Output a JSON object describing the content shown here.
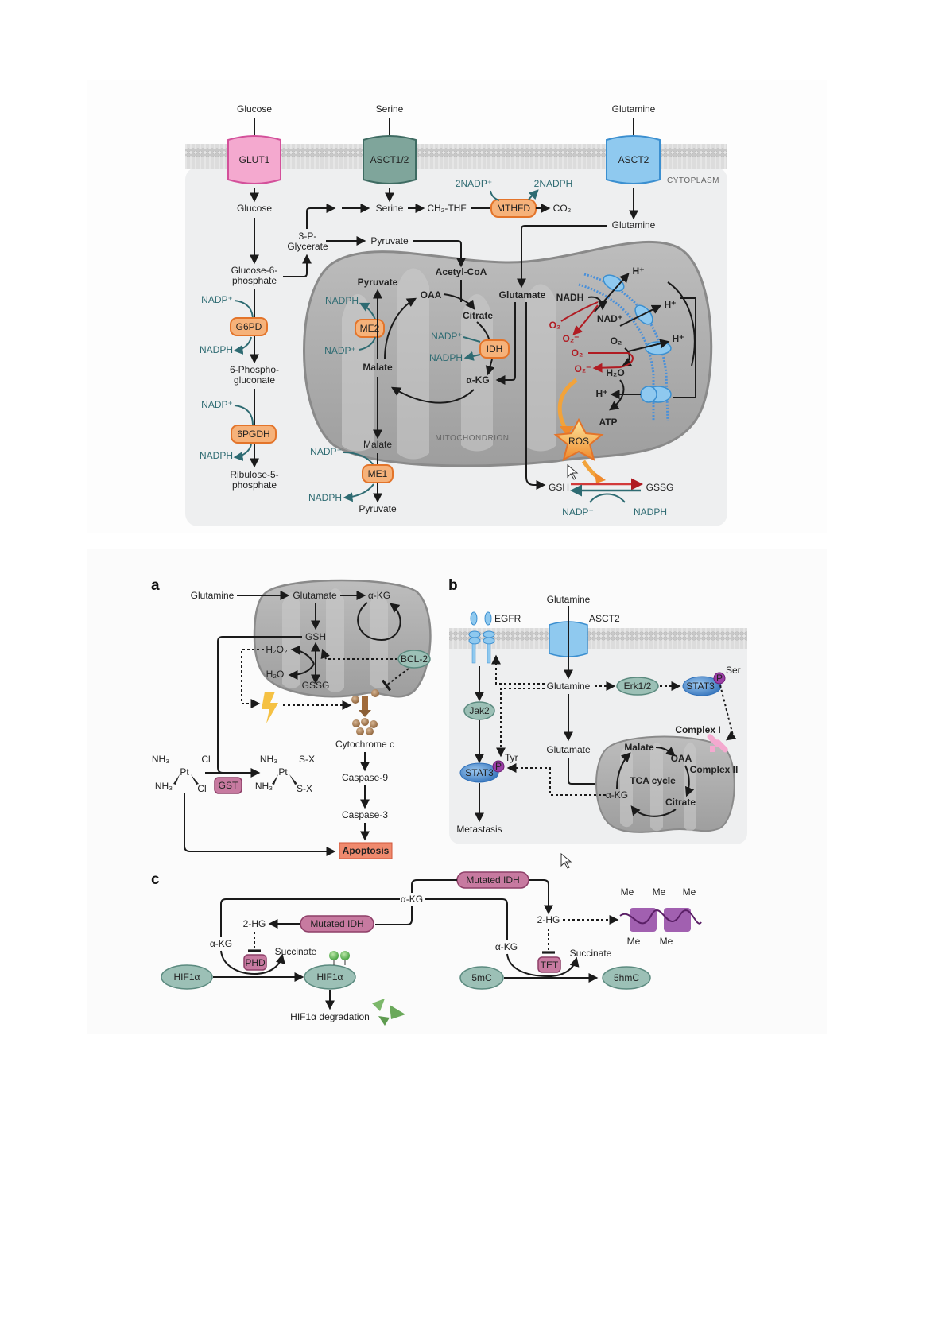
{
  "top_panel": {
    "inputs": {
      "glucose": "Glucose",
      "serine": "Serine",
      "glutamine": "Glutamine"
    },
    "transporters": {
      "glut1": "GLUT1",
      "asct12": "ASCT1/2",
      "asct2": "ASCT2"
    },
    "cytoplasm_label": "CYTOPLASM",
    "mitochondrion_label": "MITOCHONDRION",
    "metabolites": {
      "glucose_in": "Glucose",
      "g6p": "Glucose-6-\nphosphate",
      "g6p_l1": "Glucose-6-",
      "g6p_l2": "phosphate",
      "pg_l1": "6-Phospho-",
      "pg_l2": "gluconate",
      "r5p_l1": "Ribulose-5-",
      "r5p_l2": "phosphate",
      "pg3_l1": "3-P-",
      "pg3_l2": "Glycerate",
      "serine_in": "Serine",
      "ch2thf": "CH₂-THF",
      "co2": "CO₂",
      "pyruvate_cyto": "Pyruvate",
      "glutamine_in": "Glutamine",
      "acetylcoa": "Acetyl-CoA",
      "oaa": "OAA",
      "citrate": "Citrate",
      "akg": "α-KG",
      "glutamate": "Glutamate",
      "pyruvate_mito": "Pyruvate",
      "malate_mito": "Malate",
      "malate_cyto": "Malate",
      "pyruvate_out": "Pyruvate",
      "nadh": "NADH",
      "nad": "NAD⁺",
      "o2_a": "O₂",
      "o2m_a": "O₂⁻",
      "o2_b": "O₂",
      "o2m_b": "O₂⁻",
      "o2_c": "O₂",
      "h2o": "H₂O",
      "h_1": "H⁺",
      "h_2": "H⁺",
      "h_3": "H⁺",
      "h_4": "H⁺",
      "atp": "ATP",
      "ros": "ROS",
      "gsh": "GSH",
      "gssg": "GSSG"
    },
    "cofactors": {
      "nadp_g6pd": "NADP⁺",
      "nadph_g6pd": "NADPH",
      "nadp_6pgdh": "NADP⁺",
      "nadph_6pgdh": "NADPH",
      "nadp2": "2NADP⁺",
      "nadph2": "2NADPH",
      "nadph_me2": "NADPH",
      "nadp_me2": "NADP⁺",
      "nadp_idh": "NADP⁺",
      "nadph_idh": "NADPH",
      "nadp_me1": "NADP⁺",
      "nadph_me1": "NADPH",
      "nadp_gsh": "NADP⁺",
      "nadph_gsh": "NADPH"
    },
    "enzymes": {
      "g6pd": "G6PD",
      "pgdh": "6PGDH",
      "mthfd": "MTHFD",
      "me2": "ME2",
      "idh": "IDH",
      "me1": "ME1"
    }
  },
  "panel_a": {
    "label": "a",
    "glutamine": "Glutamine",
    "glutamate": "Glutamate",
    "akg": "α-KG",
    "gsh": "GSH",
    "h2o2": "H₂O₂",
    "h2o": "H₂O",
    "gssg": "GSSG",
    "bcl2": "BCL-2",
    "cytochrome_c": "Cytochrome c",
    "caspase9": "Caspase-9",
    "caspase3": "Caspase-3",
    "apoptosis": "Apoptosis",
    "gst": "GST",
    "cisplatin": {
      "nh3": "NH₃",
      "cl": "Cl",
      "pt": "Pt",
      "sx": "S-X"
    }
  },
  "panel_b": {
    "label": "b",
    "glutamine_out": "Glutamine",
    "egfr": "EGFR",
    "asct2": "ASCT2",
    "glutamine_in": "Glutamine",
    "erk": "Erk1/2",
    "stat3_ser": "STAT3",
    "ser": "Ser",
    "p": "P",
    "jak2": "Jak2",
    "stat3_tyr": "STAT3",
    "tyr": "Tyr",
    "metastasis": "Metastasis",
    "glutamate": "Glutamate",
    "complex1": "Complex I",
    "complex2": "Complex II",
    "malate": "Malate",
    "oaa": "OAA",
    "tca": "TCA cycle",
    "akg": "α-KG",
    "citrate": "Citrate"
  },
  "panel_c": {
    "label": "c",
    "mutated_idh_top": "Mutated IDH",
    "mutated_idh_left": "Mutated IDH",
    "akg_top": "α-KG",
    "akg_left": "α-KG",
    "akg_right": "α-KG",
    "hg_left": "2-HG",
    "hg_right": "2-HG",
    "phd": "PHD",
    "tet": "TET",
    "succinate_left": "Succinate",
    "succinate_right": "Succinate",
    "hif1a": "HIF1α",
    "hif1a_oh": "HIF1α",
    "hif_degradation": "HIF1α degradation",
    "fivemc": "5mC",
    "fivehmc": "5hmC",
    "me": "Me"
  },
  "colors": {
    "enzyme_orange": "#f6b27a",
    "enzyme_border": "#e3742a",
    "teal_text": "#2e6b72",
    "glut1_pink": "#f4a9cf",
    "asct12_green": "#7fa59b",
    "asct2_blue": "#8fc9ef",
    "ros_red": "#b01c23",
    "mutated_idh": "#c77aa0",
    "oval_teal": "#9cc0b6",
    "stat3_blue": "#4f8fd0",
    "apoptosis": "#f08a6e"
  }
}
